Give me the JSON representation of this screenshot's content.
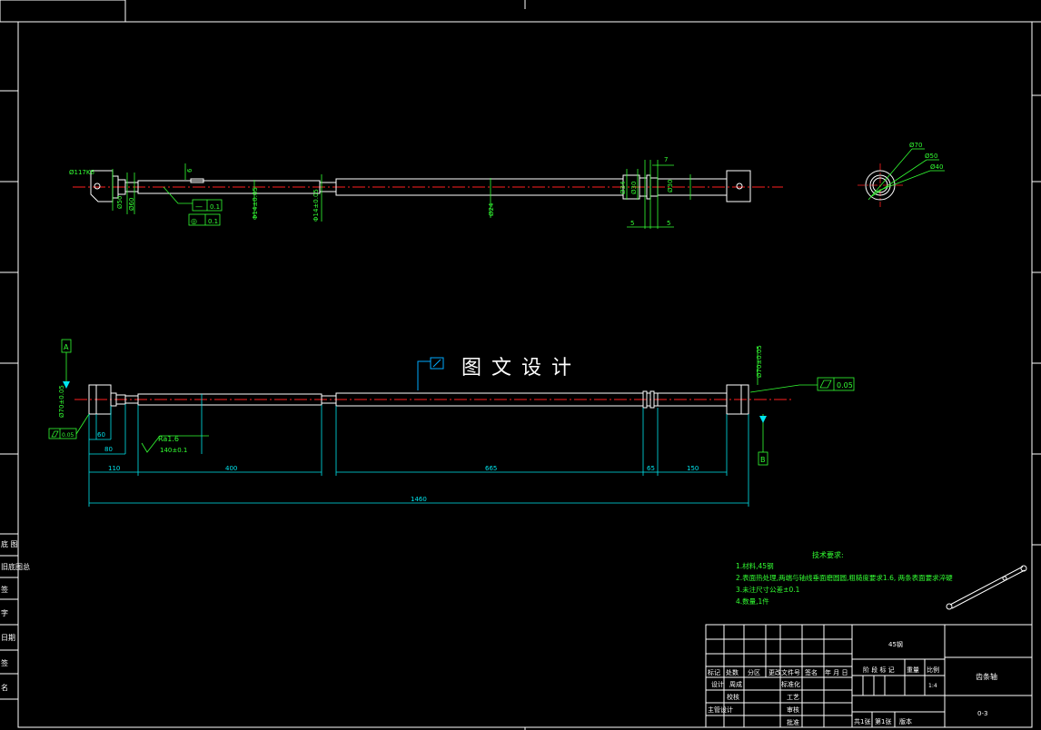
{
  "watermark": "图 文 设 计",
  "colors": {
    "background": "#000000",
    "outline": "#ffffff",
    "centerline": "#ff2020",
    "dimension": "#00e5ee",
    "annotation": "#33ff33",
    "leader": "#00aaff"
  },
  "top_view": {
    "dims": {
      "d_left_end": "Ø117K6",
      "d_ring1": "Ø50",
      "d_ring2": "Ø60",
      "d_shaft1": "Φ14±0.05",
      "d_shaft2": "Φ14±0.05",
      "d_mid": "Ø24",
      "d_groove1": "Ø34",
      "d_groove2": "Ø30",
      "d_right": "Ø30",
      "groove_w": "7",
      "step_a": "5",
      "step_b": "5",
      "keyhole_h": "6"
    },
    "tolerance_flat": {
      "symbol": "—",
      "value": "0.1"
    },
    "tolerance_circ": {
      "symbol": "◎",
      "value": "0.1"
    }
  },
  "end_view": {
    "d1": "Ø70",
    "d2": "Ø50",
    "d3": "Ø40"
  },
  "main_view": {
    "datum_a": "A",
    "datum_b": "B",
    "left_dia": "Ø70±0.05",
    "right_dia": "Ø70±0.05",
    "flat_left": "0.05",
    "flat_right": "0.05",
    "roughness": "Ra1.6",
    "len_140": "140±0.1",
    "dims": [
      "60",
      "80",
      "110",
      "400",
      "665",
      "65",
      "150"
    ],
    "total": "1460"
  },
  "tech": {
    "title": "技术要求:",
    "lines": [
      "1.材料,45钢",
      "2.表面热处理,两端与轴线垂面磨圆圆,粗糙度要求1.6, 两条表面要求淬硬",
      "3.未注尺寸公差±0.1",
      "4.数量,1件"
    ]
  },
  "title_block": {
    "material": "45钢",
    "name": "齿条轴",
    "code": "0-3",
    "scale": "1:4",
    "head_labels": [
      "阶 段 标 记",
      "重量",
      "比例"
    ],
    "row_labels": [
      "标记",
      "处数",
      "分区",
      "更改文件号",
      "签名",
      "年 月 日"
    ],
    "left_labels": [
      "设计",
      "校核",
      "主管设计"
    ],
    "designer": "周成",
    "right_labels": [
      "标准化",
      "工艺",
      "审核",
      "批准"
    ],
    "bottom_labels": [
      "共1张",
      "第1张",
      "版本"
    ]
  },
  "side_labels": [
    "底 图",
    "旧底图总",
    "签",
    "字",
    "日期",
    "签",
    "名"
  ]
}
